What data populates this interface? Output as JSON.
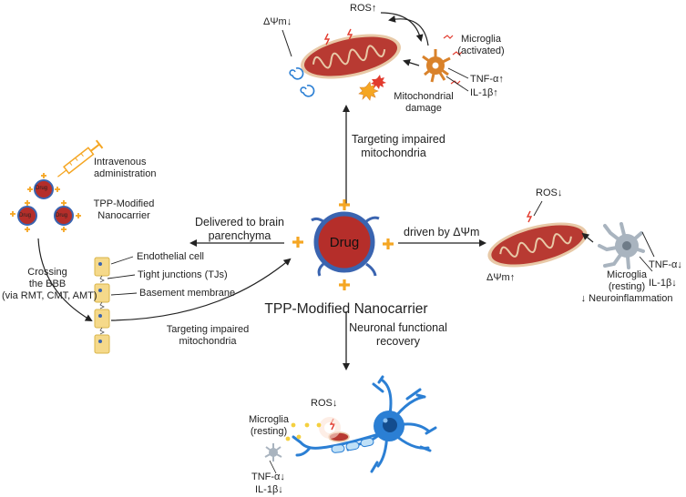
{
  "center": {
    "drug": "Drug",
    "title": "TPP-Modified Nanocarrier"
  },
  "left_panel": {
    "iv_label": [
      "Intravenous",
      "administration"
    ],
    "carrier_label": [
      "TPP-Modified",
      "Nanocarrier"
    ],
    "small_drug": "Drug",
    "crossing": [
      "Crossing",
      "the BBB",
      "(via RMT, CMT, AMT)"
    ],
    "endothelial": "Endothelial cell",
    "tight_junctions": "Tight junctions (TJs)",
    "basement": "Basement membrane",
    "targeting": [
      "Targeting impaired",
      "mitochondria"
    ]
  },
  "arrows": {
    "up_label": [
      "Targeting impaired",
      "mitochondria"
    ],
    "left_label": [
      "Delivered to brain",
      "parenchyma"
    ],
    "right_label": "driven by ΔΨm",
    "down_label": [
      "Neuronal functional",
      "recovery"
    ]
  },
  "top_panel": {
    "dpsi": "ΔΨm↓",
    "ros": "ROS↑",
    "microglia": [
      "Microglia",
      "(activated)"
    ],
    "tnf": "TNF-α↑",
    "il": "IL-1β↑",
    "damage": [
      "Mitochondrial",
      "damage"
    ]
  },
  "right_panel": {
    "ros": "ROS↓",
    "dpsi": "ΔΨm↑",
    "microglia": [
      "Microglia",
      "(resting)",
      "↓ Neuroinflammation"
    ],
    "tnf": "TNF-α↓",
    "il": "IL-1β↓"
  },
  "bottom_panel": {
    "ros": "ROS↓",
    "microglia": [
      "Microglia",
      "(resting)"
    ],
    "tnf": "TNF-α↓",
    "il": "IL-1β↓"
  },
  "colors": {
    "mito_red": "#b83a32",
    "mito_edge": "#e8c9a7",
    "plus_orange": "#f5a623",
    "drug_red": "#b52e2a",
    "ring_blue": "#3a64b0",
    "microglia_active": "#d9822b",
    "microglia_rest": "#a9b4bf",
    "neuron_blue": "#2b7fd4"
  }
}
